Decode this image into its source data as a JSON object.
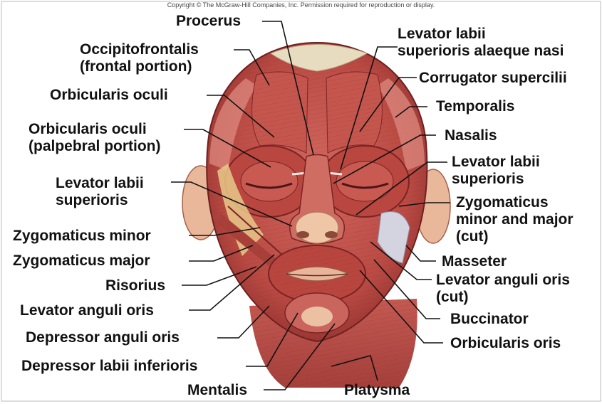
{
  "copyright": "Copyright © The McGraw-Hill Companies, Inc. Permission required for reproduction or display.",
  "labels": {
    "procerus": "Procerus",
    "occipitofrontalis_1": "Occipitofrontalis",
    "occipitofrontalis_2": "(frontal portion)",
    "orbicularis_oculi": "Orbicularis oculi",
    "orbicularis_oculi_palp_1": "Orbicularis oculi",
    "orbicularis_oculi_palp_2": "(palpebral portion)",
    "levator_labii_sup_left_1": "Levator labii",
    "levator_labii_sup_left_2": "superioris",
    "zygomaticus_minor": "Zygomaticus minor",
    "zygomaticus_major": "Zygomaticus major",
    "risorius": "Risorius",
    "levator_anguli_oris": "Levator anguli oris",
    "depressor_anguli_oris": "Depressor anguli oris",
    "depressor_labii_inferioris": "Depressor labii inferioris",
    "mentalis": "Mentalis",
    "platysma": "Platysma",
    "levator_labii_alaeque_1": "Levator labii",
    "levator_labii_alaeque_2": "superioris alaeque nasi",
    "corrugator_supercilii": "Corrugator supercilii",
    "temporalis": "Temporalis",
    "nasalis": "Nasalis",
    "levator_labii_sup_right_1": "Levator labii",
    "levator_labii_sup_right_2": "superioris",
    "zygomaticus_cut_1": "Zygomaticus",
    "zygomaticus_cut_2": "minor and major",
    "zygomaticus_cut_3": "(cut)",
    "masseter": "Masseter",
    "levator_anguli_cut_1": "Levator anguli oris",
    "levator_anguli_cut_2": "(cut)",
    "buccinator": "Buccinator",
    "orbicularis_oris": "Orbicularis oris"
  },
  "colors": {
    "muscle": "#c0504a",
    "muscle_dark": "#8e2a2a",
    "muscle_light": "#d9847a",
    "skin": "#efc7a8",
    "tendon": "#e6dcc5",
    "leader": "#111111"
  }
}
